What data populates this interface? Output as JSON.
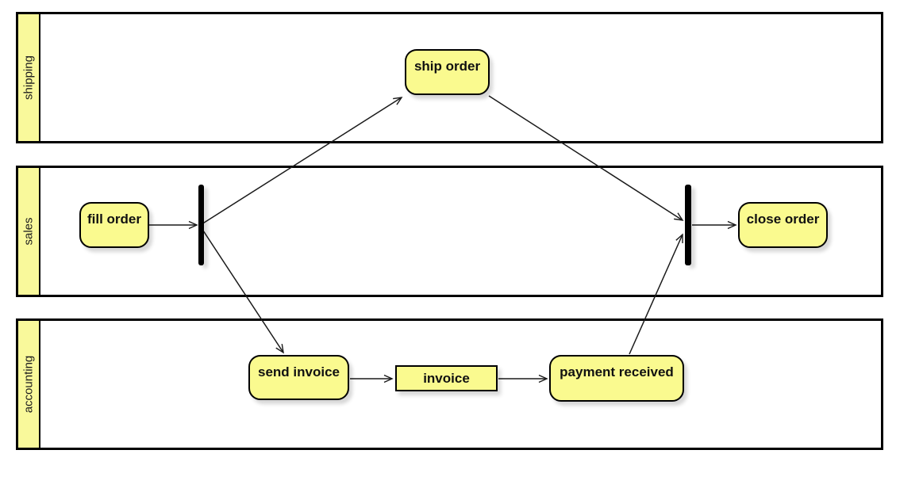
{
  "diagram": {
    "kind": "UML activity diagram with swimlanes",
    "lanes": {
      "shipping": {
        "label": "shipping"
      },
      "sales": {
        "label": "sales"
      },
      "accounting": {
        "label": "accounting"
      }
    },
    "nodes": {
      "fill_order": {
        "label": "fill order",
        "type": "action",
        "lane": "sales"
      },
      "ship_order": {
        "label": "ship order",
        "type": "action",
        "lane": "shipping"
      },
      "close_order": {
        "label": "close order",
        "type": "action",
        "lane": "sales"
      },
      "send_invoice": {
        "label": "send invoice",
        "type": "action",
        "lane": "accounting"
      },
      "invoice": {
        "label": "invoice",
        "type": "object",
        "lane": "accounting"
      },
      "payment_received": {
        "label": "payment received",
        "type": "action",
        "lane": "accounting"
      }
    },
    "bars": {
      "fork": {
        "role": "fork",
        "lane": "sales"
      },
      "join": {
        "role": "join",
        "lane": "sales"
      }
    },
    "edges": [
      {
        "from": "fill order",
        "to": "fork"
      },
      {
        "from": "fork",
        "to": "ship order"
      },
      {
        "from": "fork",
        "to": "send invoice"
      },
      {
        "from": "ship order",
        "to": "join"
      },
      {
        "from": "send invoice",
        "to": "invoice"
      },
      {
        "from": "invoice",
        "to": "payment received"
      },
      {
        "from": "payment received",
        "to": "join"
      },
      {
        "from": "join",
        "to": "close order"
      }
    ],
    "colors": {
      "node_fill": "#FAFA8F",
      "lane_label_fill": "#F9F99B",
      "border": "#000000",
      "arrow": "#1A1A1A",
      "background": "#FFFFFF"
    }
  }
}
